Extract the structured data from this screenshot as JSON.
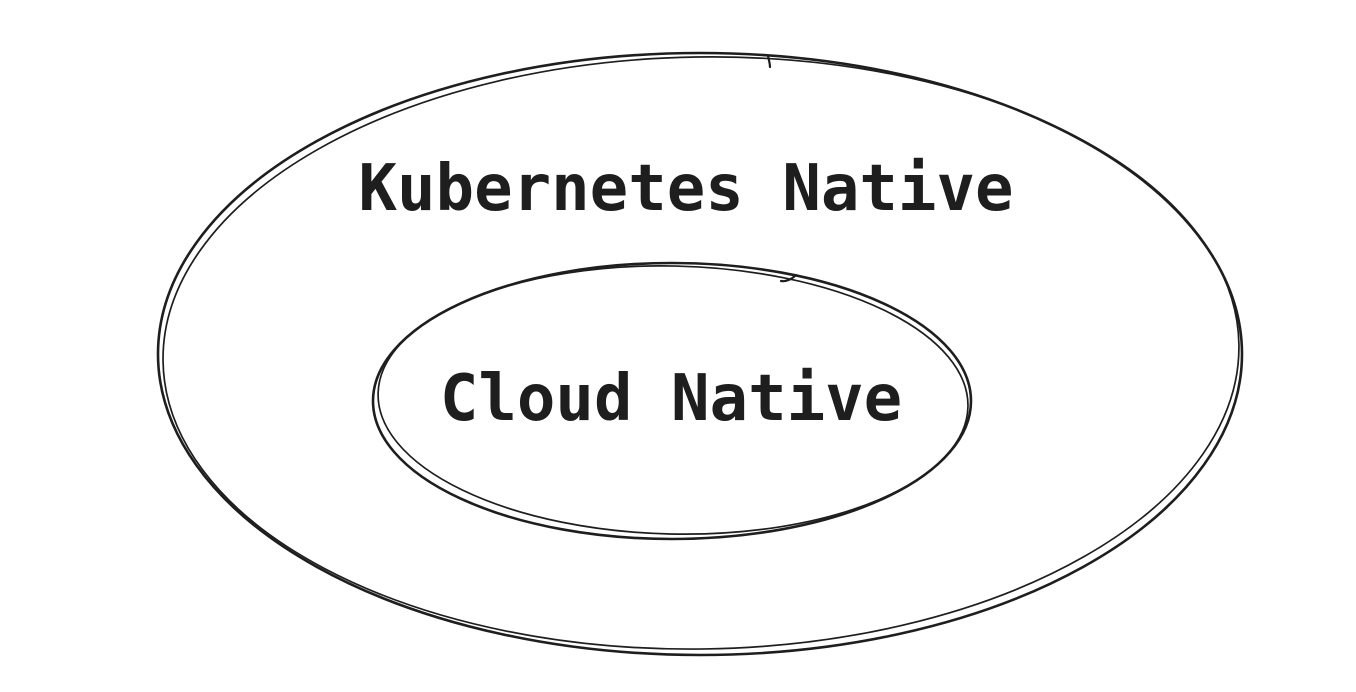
{
  "diagram": {
    "type": "nested-venn",
    "outer_set": {
      "label": "Kubernetes Native"
    },
    "inner_set": {
      "label": "Cloud Native"
    },
    "colors": {
      "stroke": "#1e1e1e",
      "text": "#1e1e1e",
      "background": "#ffffff"
    }
  }
}
